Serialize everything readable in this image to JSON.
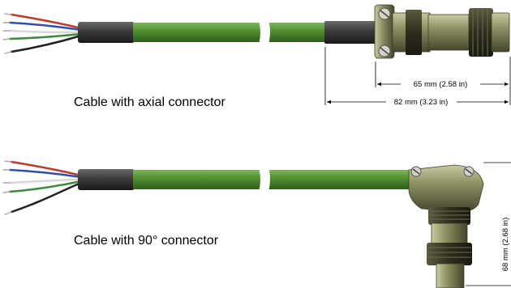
{
  "captions": {
    "axial": "Cable with axial connector",
    "right_angle": "Cable with 90° connector"
  },
  "dimensions": {
    "axial_connector_length": "65 mm (2.58 in)",
    "axial_overall_length": "82 mm (3.23 in)",
    "right_angle_height_partial": "68 mm (2.68 in)"
  },
  "colors": {
    "cable_jacket": "#4d8a2e",
    "heat_shrink": "#3d3d3d",
    "connector_body": "#8a8c62",
    "wire_red": "#c0392b",
    "wire_blue": "#2e4fb0",
    "wire_green": "#3e8a3e",
    "wire_black": "#222222",
    "wire_white": "#d8d8d8"
  }
}
